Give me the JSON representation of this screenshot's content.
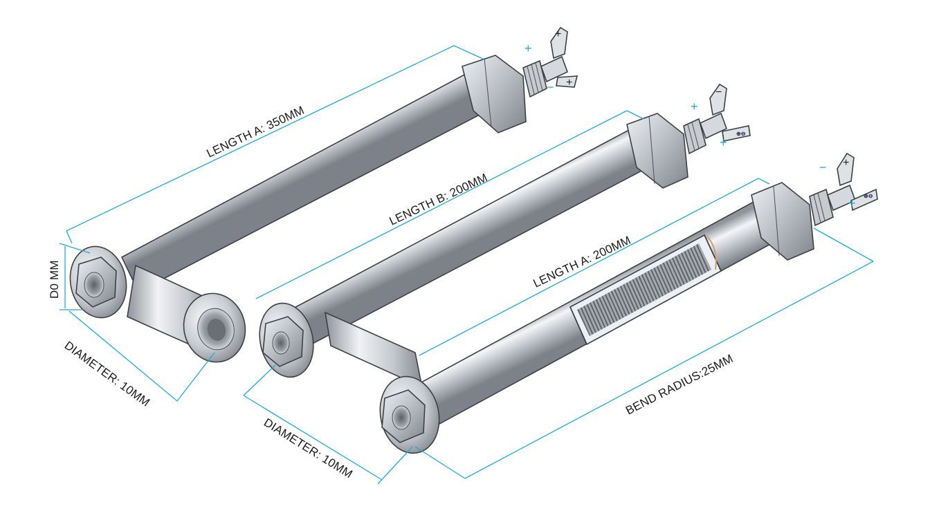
{
  "labels": {
    "length_a_top": "LENGTH A: 350MM",
    "length_b": "LENGTH B: 200MM",
    "length_a_mid": "LENGTH A: 200MM",
    "bend_radius": "BEND RADIUS:25MM",
    "diameter_left": "DIAMETER: 10MM",
    "diameter_mid": "DIAMETER: 10MM",
    "d0": "D0 MM"
  },
  "terminal_marks": {
    "plus": "+",
    "minus": "−"
  },
  "colors": {
    "dimension_line": "#22a8d8",
    "metal_light": "#f2f3f5",
    "metal_dark": "#8d9299",
    "text": "#1a1a1a"
  },
  "icons": [
    "hex-nut-icon",
    "terminal-connector-icon",
    "coil-spring-icon"
  ]
}
